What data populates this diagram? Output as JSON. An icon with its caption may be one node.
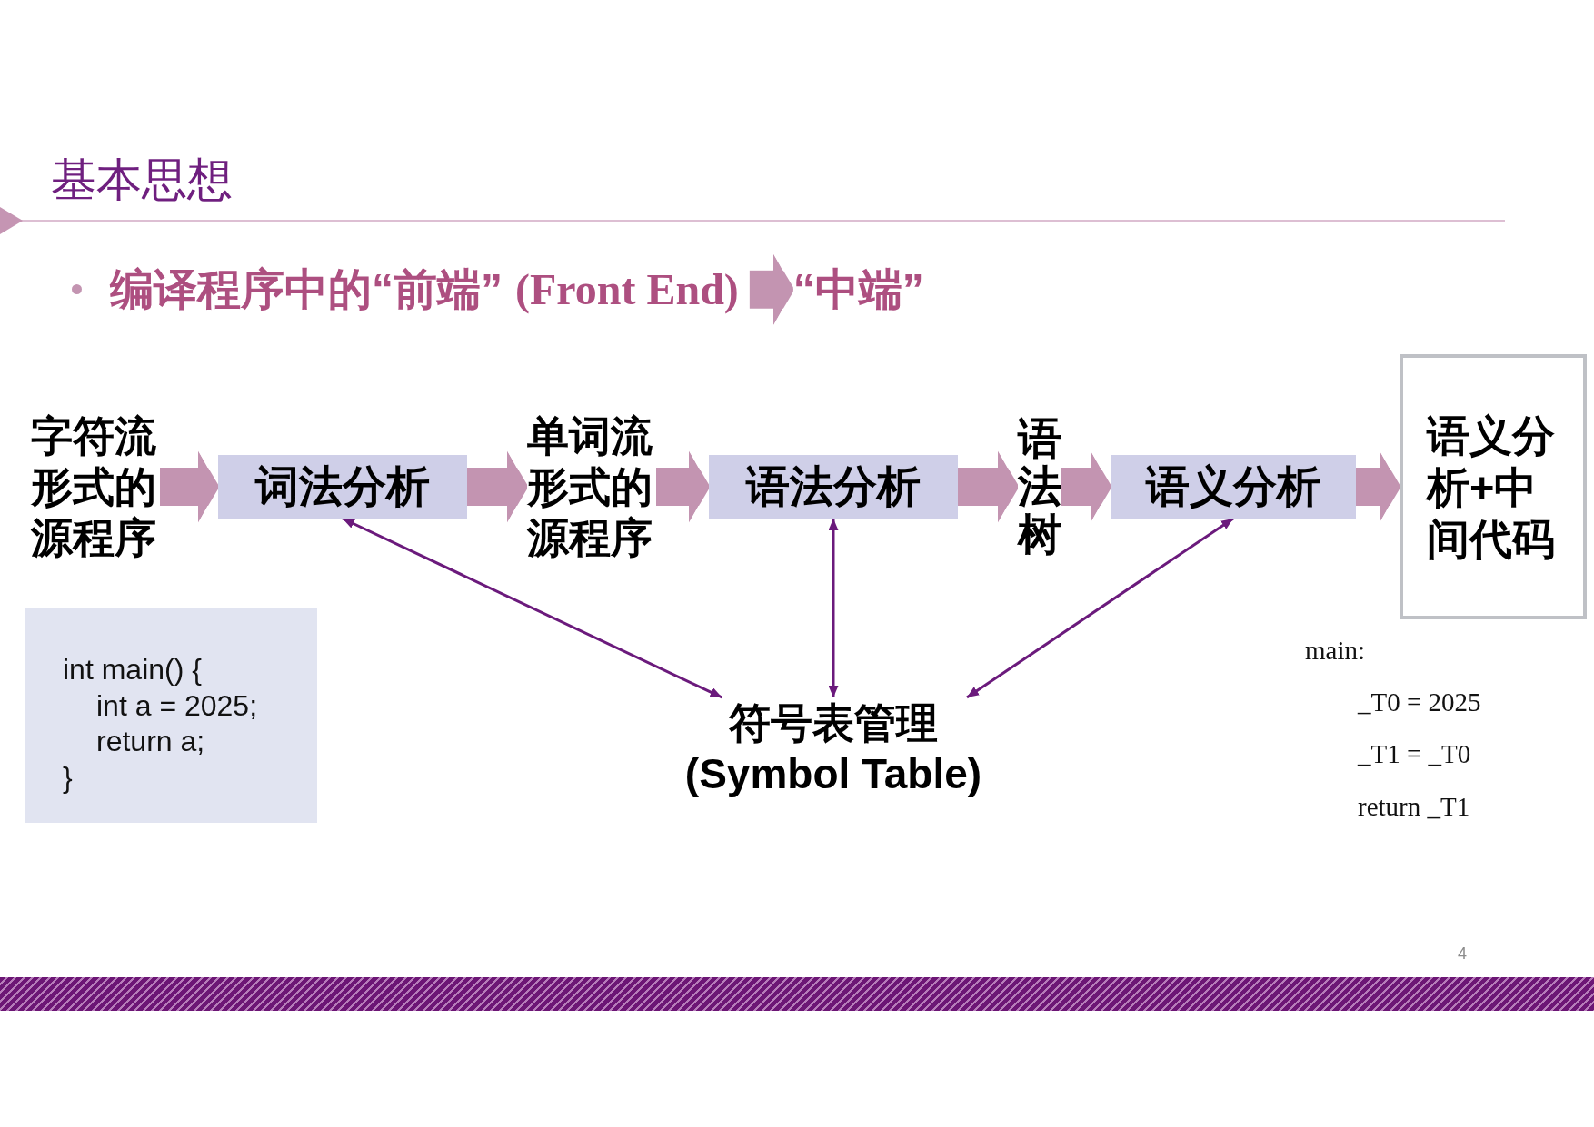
{
  "diagram": {
    "title": "基本思想",
    "nodes": [
      {
        "text": [
          "编译程序中的“前端”",
          "(Front End)"
        ]
      },
      {
        "text": [
          "“中端”"
        ]
      },
      {
        "text": [
          "字符流形式的源程序"
        ]
      },
      {
        "text": [
          "词法分析"
        ]
      },
      {
        "text": [
          "单词流形式的源程序"
        ]
      },
      {
        "text": [
          "语法分析"
        ]
      },
      {
        "text": [
          "语法树"
        ]
      },
      {
        "text": [
          "语义分析"
        ]
      },
      {
        "text": [
          "语义分析+中间代码"
        ]
      },
      {
        "text": [
          "int main() {",
          "int a = 2025;",
          "return a;",
          "}"
        ]
      },
      {
        "text": [
          "符号表管理 (Symbol Table)"
        ]
      },
      {
        "text": [],
        "shape": "bar"
      }
    ],
    "edges": [
      {
        "from": 0,
        "to": 1,
        "arrow": "to"
      },
      {
        "from": 2,
        "to": 3,
        "arrow": "to"
      },
      {
        "from": 3,
        "to": 4,
        "arrow": "to"
      },
      {
        "from": 4,
        "to": 5,
        "arrow": "to"
      },
      {
        "from": 5,
        "to": 6,
        "arrow": "to"
      },
      {
        "from": 6,
        "to": 7,
        "arrow": "to"
      },
      {
        "from": 7,
        "to": 8,
        "arrow": "to"
      },
      {
        "from": 3,
        "to": 10,
        "arrow": "both",
        "color": "#6b1a7c"
      },
      {
        "from": 5,
        "to": 10,
        "arrow": "both",
        "color": "#6b1a7c"
      },
      {
        "from": 7,
        "to": 10,
        "arrow": "both",
        "color": "#6b1a7c"
      }
    ],
    "labels": [
      "main:",
      "_T0 = 2025",
      "_T1 = _T0",
      "return _T1",
      "4"
    ]
  }
}
